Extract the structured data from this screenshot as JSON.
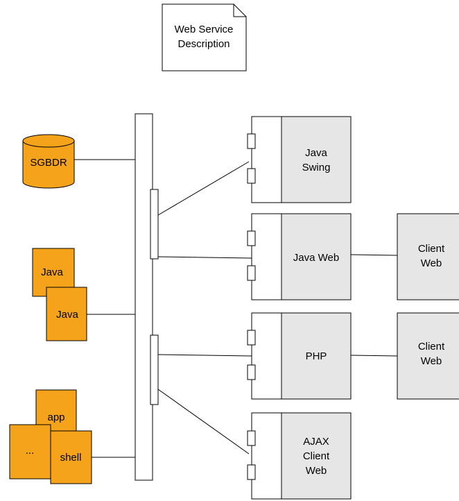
{
  "colors": {
    "orange": "#f5a31a",
    "component_gray": "#e6e6e6",
    "line": "#000000",
    "background": "#ffffff"
  },
  "wsdl": {
    "line1": "Web Service",
    "line2": "Description"
  },
  "sources": {
    "database": {
      "label": "SGBDR",
      "icon": "database-cylinder-icon"
    },
    "java_front": {
      "label": "Java",
      "icon": "document-icon"
    },
    "java_back": {
      "label": "Java",
      "icon": "document-icon"
    },
    "app": {
      "label": "app",
      "icon": "document-icon"
    },
    "ellipsis": {
      "label": "...",
      "icon": "document-icon"
    },
    "shell": {
      "label": "shell",
      "icon": "document-icon"
    }
  },
  "components": {
    "java_swing": {
      "line1": "Java",
      "line2": "Swing"
    },
    "java_web": {
      "line1": "Java Web"
    },
    "php": {
      "line1": "PHP"
    },
    "ajax": {
      "line1": "AJAX",
      "line2": "Client",
      "line3": "Web"
    }
  },
  "clients": {
    "client_web_1": {
      "line1": "Client",
      "line2": "Web"
    },
    "client_web_2": {
      "line1": "Client",
      "line2": "Web"
    }
  }
}
